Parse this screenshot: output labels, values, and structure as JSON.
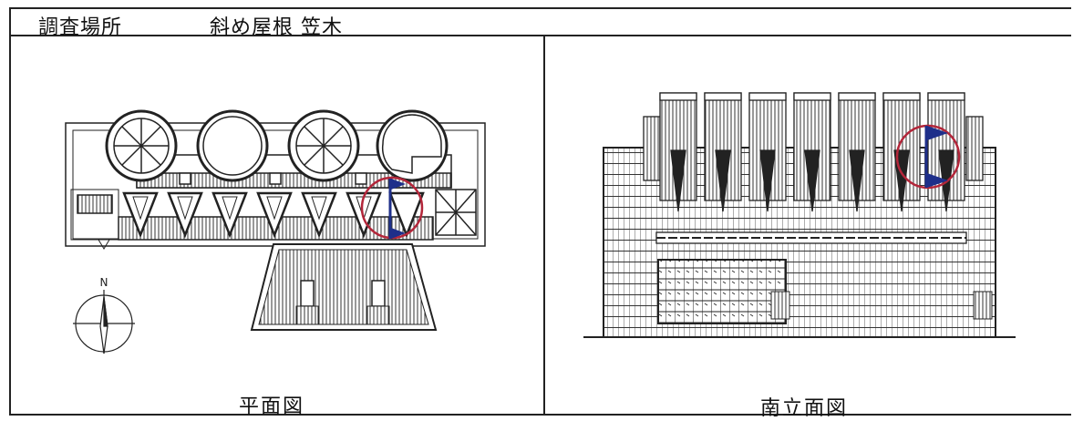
{
  "header": {
    "label": "調査場所",
    "location": "斜め屋根 笠木"
  },
  "plan": {
    "caption": "平面図",
    "north_label": "N"
  },
  "elevation": {
    "caption": "南立面図"
  },
  "colors": {
    "line": "#222222",
    "marker_circle": "#b3263a",
    "marker_flag": "#1e2f8a"
  }
}
